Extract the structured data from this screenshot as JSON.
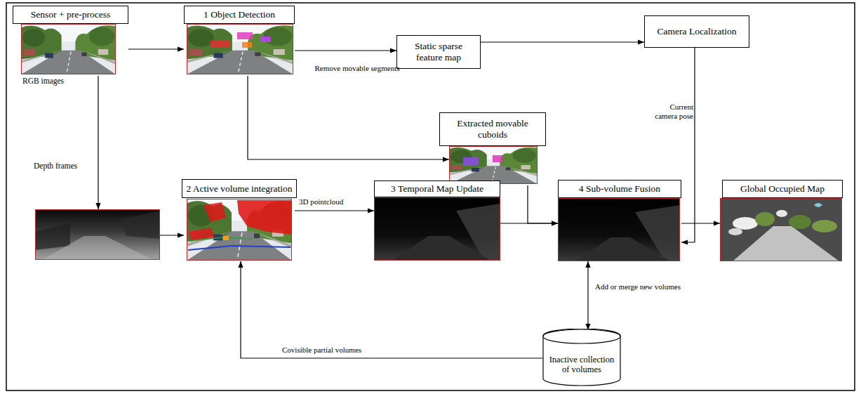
{
  "diagram": {
    "nodes": [
      {
        "text": [
          "Sensor + pre-process"
        ]
      },
      {
        "text": [
          "1 Object Detection"
        ]
      },
      {
        "text": [
          "Static sparse feature map"
        ]
      },
      {
        "text": [
          "Camera Localization"
        ]
      },
      {
        "text": [
          "Extracted movable cuboids"
        ]
      },
      {
        "text": [
          "Depth frames"
        ]
      },
      {
        "text": [
          "2 Active volume integration"
        ]
      },
      {
        "text": [
          "3 Temporal Map Update"
        ]
      },
      {
        "text": [
          "4 Sub-volume Fusion"
        ]
      },
      {
        "text": [
          "Global Occupied Map"
        ]
      },
      {
        "text": [
          "Inactive collection of volumes"
        ]
      }
    ],
    "edges": [
      {
        "from": 0,
        "to": 1,
        "arrow": "to"
      },
      {
        "from": 0,
        "to": 5,
        "arrow": "to"
      },
      {
        "from": 1,
        "to": 2,
        "label": "Remove movable segments",
        "arrow": "to"
      },
      {
        "from": 2,
        "to": 3,
        "arrow": "to"
      },
      {
        "from": 1,
        "to": 4,
        "arrow": "to"
      },
      {
        "from": 5,
        "to": 6,
        "arrow": "to"
      },
      {
        "from": 6,
        "to": 7,
        "label": "3D pointcloud",
        "arrow": "to"
      },
      {
        "from": 7,
        "to": 8,
        "arrow": "to"
      },
      {
        "from": 4,
        "to": 8,
        "arrow": "to"
      },
      {
        "from": 3,
        "to": 8,
        "label": "Current camera pose",
        "arrow": "to"
      },
      {
        "from": 8,
        "to": 9,
        "arrow": "to"
      },
      {
        "from": 8,
        "to": 10,
        "label": "Add or merge new volumes",
        "arrow": "both"
      },
      {
        "from": 10,
        "to": 6,
        "label": "Covisible partial volumes",
        "arrow": "to"
      }
    ],
    "labels": [
      "RGB images"
    ]
  }
}
